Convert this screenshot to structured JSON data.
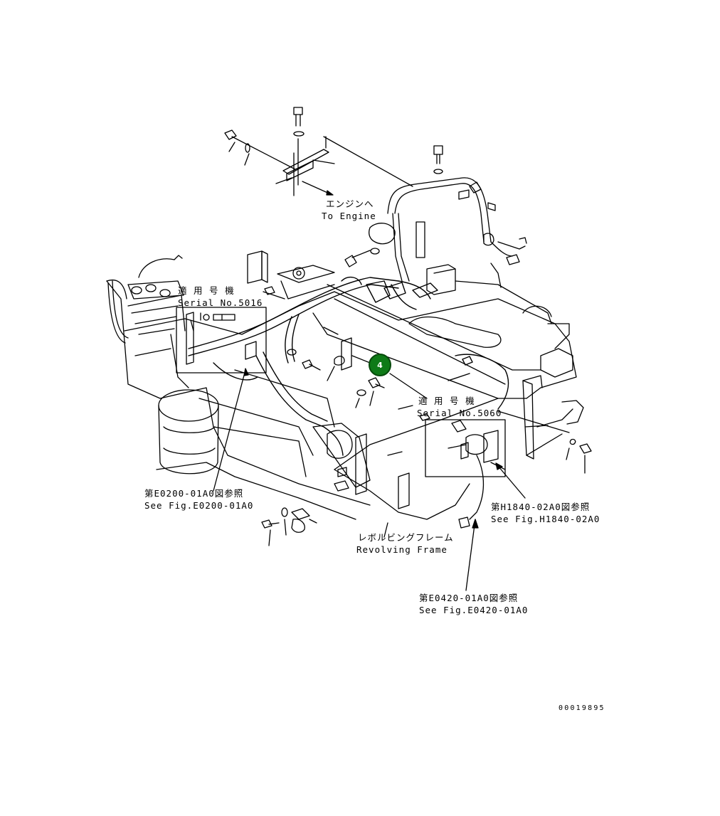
{
  "labels": {
    "to_engine_jp": "エンジンへ",
    "to_engine_en": "To Engine",
    "serial_5016_jp": "適 用 号 機",
    "serial_5016_en": "Serial No.5016",
    "serial_5060_jp": "適 用 号 機",
    "serial_5060_en": "Serial No.5060",
    "fig_e0200_jp": "第E0200-01A0図参照",
    "fig_e0200_en": "See Fig.E0200-01A0",
    "fig_h1840_jp": "第H1840-02A0図参照",
    "fig_h1840_en": "See Fig.H1840-02A0",
    "revolving_frame_jp": "レボルビングフレーム",
    "revolving_frame_en": "Revolving Frame",
    "fig_e0420_jp": "第E0420-01A0図参照",
    "fig_e0420_en": "See Fig.E0420-01A0",
    "drawing_number": "00019895"
  },
  "callouts": [
    {
      "number": "4",
      "color": "#0e7a17"
    }
  ]
}
